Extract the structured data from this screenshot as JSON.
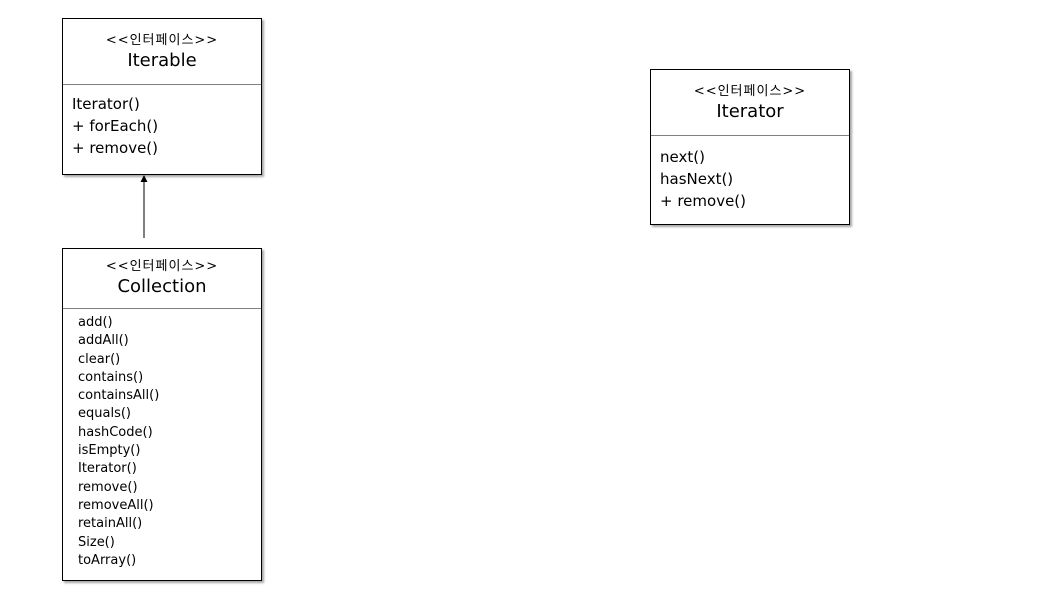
{
  "diagram": {
    "iterable": {
      "stereotype": "<<인터페이스>>",
      "name": "Iterable",
      "methods": [
        "Iterator()",
        "+ forEach()",
        "+ remove()"
      ]
    },
    "collection": {
      "stereotype": "<<인터페이스>>",
      "name": "Collection",
      "methods": [
        "add()",
        "addAll()",
        "clear()",
        "contains()",
        "containsAll()",
        "equals()",
        "hashCode()",
        "isEmpty()",
        "Iterator()",
        "remove()",
        "removeAll()",
        "retainAll()",
        "Size()",
        "toArray()"
      ]
    },
    "iterator": {
      "stereotype": "<<인터페이스>>",
      "name": "Iterator",
      "methods": [
        "next()",
        "hasNext()",
        "+ remove()"
      ]
    },
    "relationships": [
      {
        "from": "Collection",
        "to": "Iterable",
        "kind": "generalization"
      }
    ]
  }
}
